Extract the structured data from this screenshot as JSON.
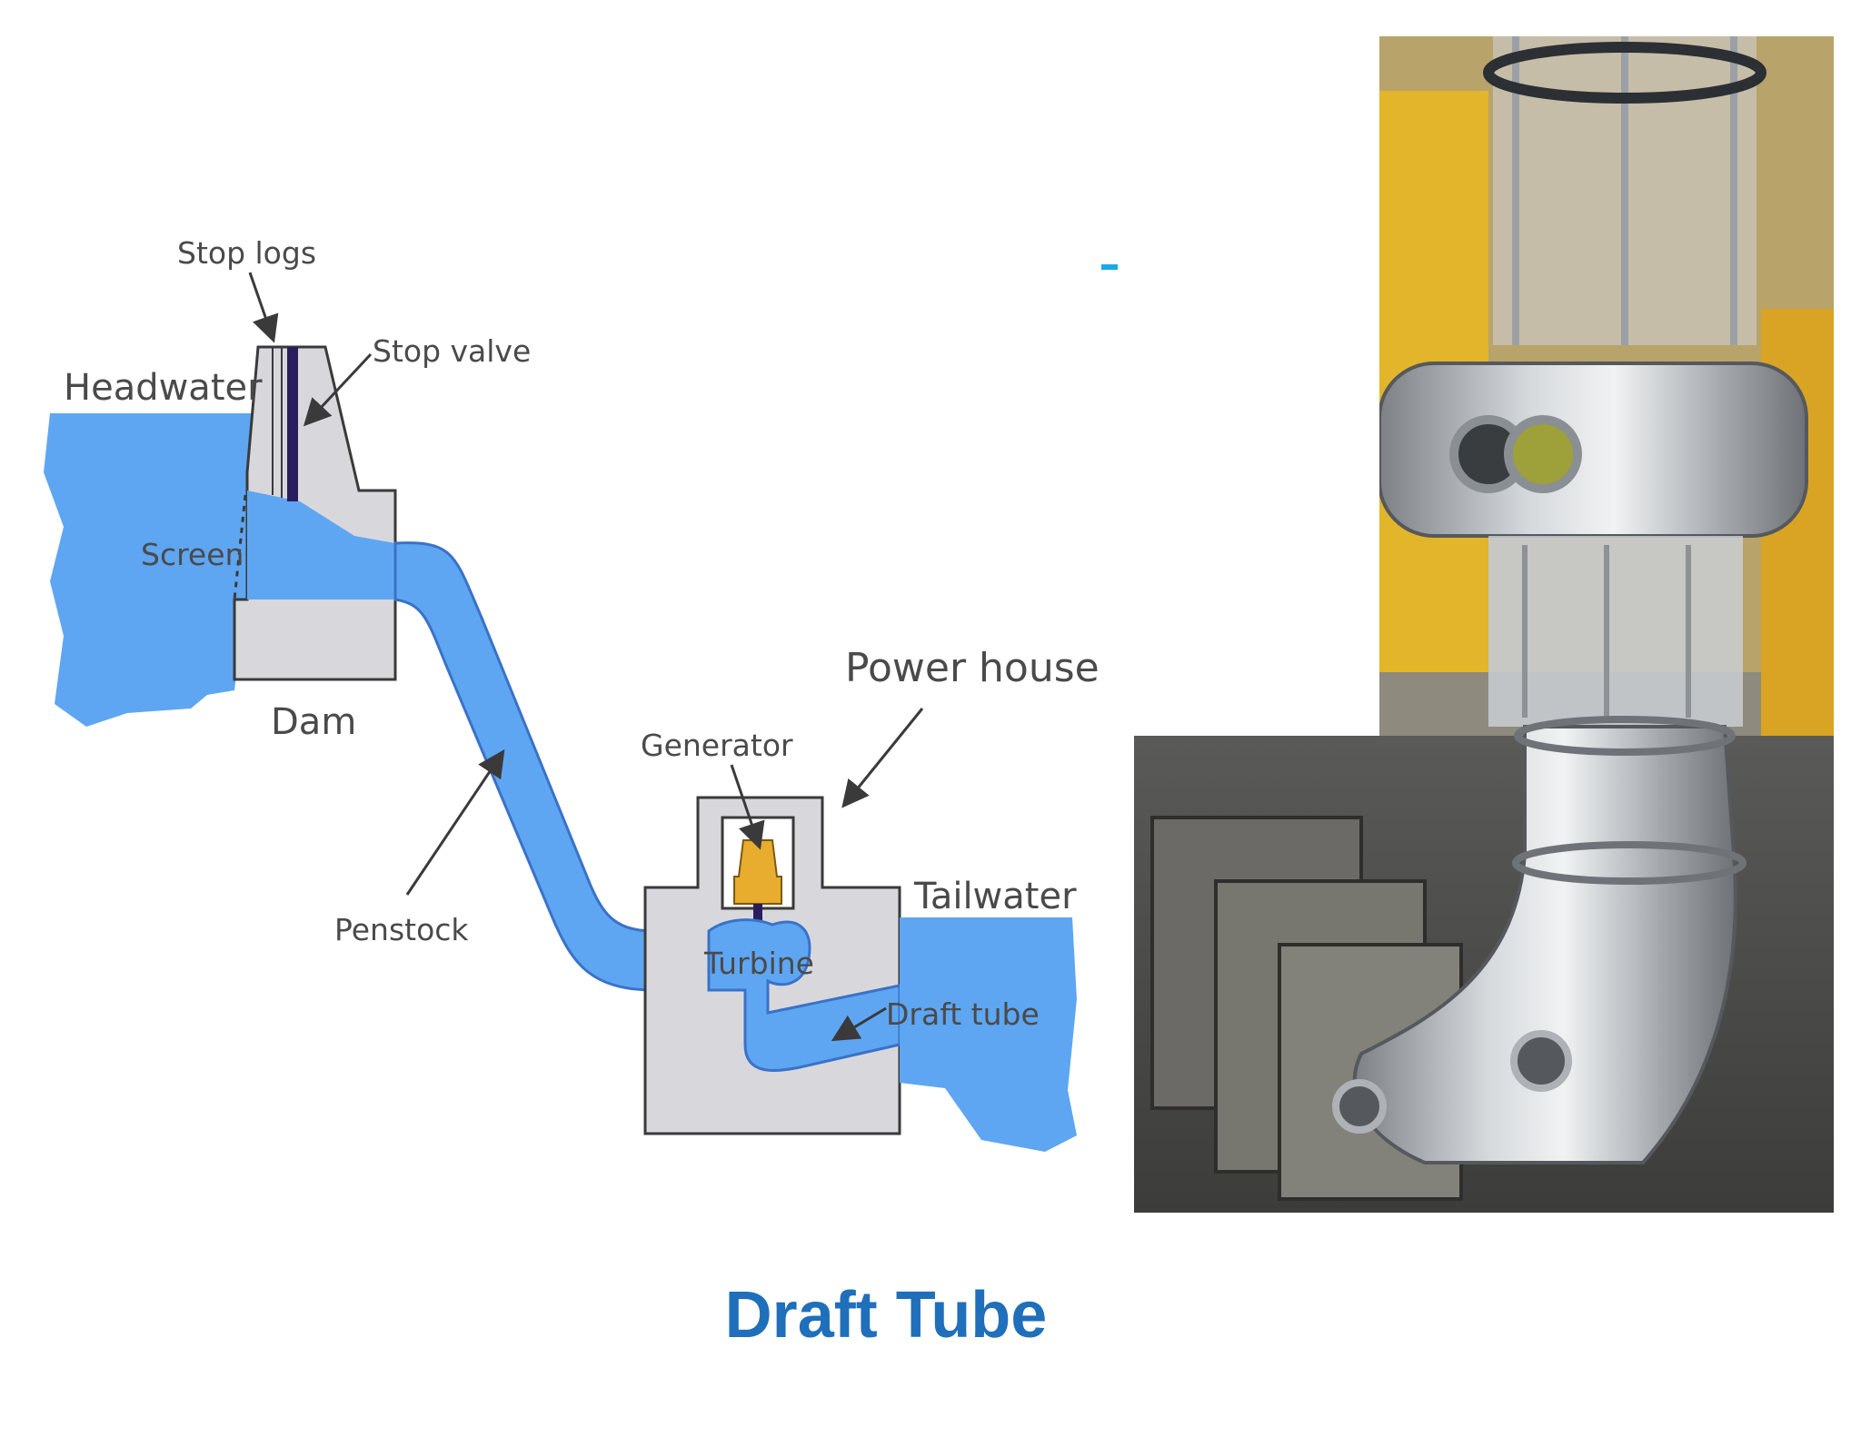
{
  "diagram": {
    "labels": {
      "stop_logs": "Stop logs",
      "stop_valve": "Stop valve",
      "headwater": "Headwater",
      "screen": "Screen",
      "dam": "Dam",
      "power_house": "Power house",
      "generator": "Generator",
      "tailwater": "Tailwater",
      "penstock": "Penstock",
      "turbine": "Turbine",
      "draft_tube": "Draft tube"
    },
    "colors": {
      "water": "#5ea6f2",
      "water_outline": "#3a72c8",
      "structure": "#d8d8dc",
      "generator": "#e8ac2e",
      "valve": "#2a1d5e"
    }
  },
  "photo": {
    "subject": "draft-tube-photo"
  },
  "caption": {
    "title": "Draft Tube",
    "color": "#1f6fba"
  }
}
